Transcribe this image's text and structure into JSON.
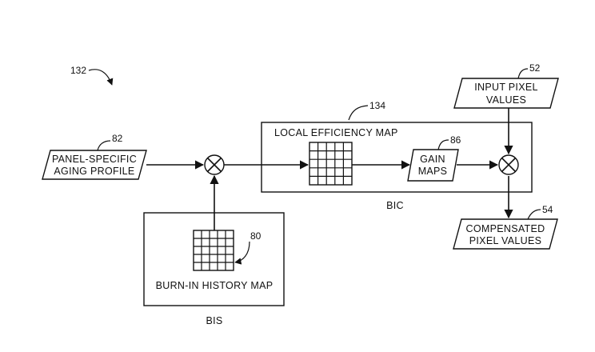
{
  "figure_ref": "132",
  "inputs": {
    "panel_profile": {
      "line1": "PANEL-SPECIFIC",
      "line2": "AGING PROFILE",
      "ref": "82"
    },
    "input_pixel": {
      "line1": "INPUT PIXEL",
      "line2": "VALUES",
      "ref": "52"
    }
  },
  "bic": {
    "label": "BIC",
    "ref": "134",
    "title": "LOCAL EFFICIENCY MAP",
    "gain_maps": {
      "line1": "GAIN",
      "line2": "MAPS",
      "ref": "86"
    }
  },
  "bis": {
    "label": "BIS",
    "map_label": "BURN-IN  HISTORY MAP",
    "ref": "80"
  },
  "output": {
    "line1": "COMPENSATED",
    "line2": "PIXEL VALUES",
    "ref": "54"
  }
}
